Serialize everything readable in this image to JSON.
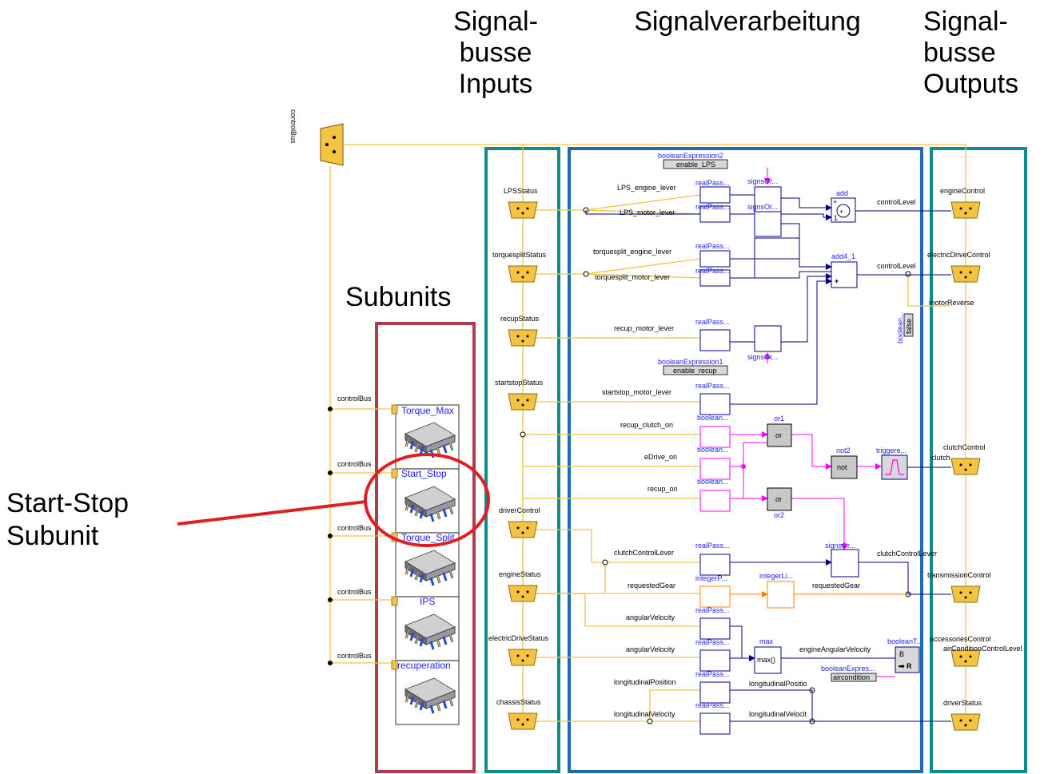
{
  "headers": {
    "inputs": [
      "Signal-",
      "busse",
      "Inputs"
    ],
    "processing": "Signalverarbeitung",
    "outputs": [
      "Signal-",
      "busse",
      "Outputs"
    ]
  },
  "annotations": {
    "subunits": "Subunits",
    "start_stop": [
      "Start-Stop",
      "Subunit"
    ]
  },
  "control_bus": {
    "label": "controlBus",
    "branch_labels": [
      "controlBus",
      "controlBus",
      "controlBus",
      "controlBus",
      "controlBus"
    ]
  },
  "subunits": [
    "Torque_Max",
    "Start_Stop",
    "Torque_Split",
    "IPS",
    "recuperation"
  ],
  "input_buses": [
    "LPSStatus",
    "torquesplitStatus",
    "recupStatus",
    "startstopStatus",
    "driverControl",
    "engineStatus",
    "electricDriveStatus",
    "chassisStatus"
  ],
  "output_buses": [
    "engineControl",
    "electricDriveControl",
    "clutchControl",
    "transmissionControl",
    "accessoriesControl",
    "driverStatus"
  ],
  "output_extras": {
    "motor_reverse": "motorReverse",
    "aircondition_control": "airConditionControlLevel"
  },
  "signals": [
    "LPS_engine_lever",
    "LPS_motor_lever",
    "torquesplit_engine_lever",
    "torquesplit_motor_lever",
    "recup_motor_lever",
    "startstop_motor_lever",
    "recup_clutch_on",
    "eDrive_on",
    "recup_on",
    "clutchControlLever",
    "requestedGear",
    "angularVelocity",
    "angularVelocity",
    "longitudinalPosition",
    "longitudinalVelocity"
  ],
  "blocks": {
    "boolean_expression2": "booleanExpression2",
    "enable_lps": "enable_LPS",
    "boolean_expression1": "booleanExpression1",
    "enable_recup": "enable_recup",
    "real_pass": "realPass...",
    "boolean_pass": "boolean...",
    "integer_pass": "integerP...",
    "signs_or": "signsOr...",
    "add": "add",
    "add4": "add4_1",
    "or1": "or1",
    "or2": "or2",
    "or_label": "or",
    "not2": "not2",
    "not_label": "not",
    "triggered": "triggere...",
    "integer_limit": "integerLi...",
    "max": "max",
    "max_inner": "max()",
    "boolean_to": "booleanT...",
    "boolean_expres": "booleanExpres...",
    "aircondition": "aircondition",
    "boolean_side": "boolean...",
    "false_label": "false"
  },
  "right_signals": {
    "control_level_1": "controlLevel",
    "control_level_2": "controlLevel",
    "clutch": "clutch",
    "clutch_control_lever": "clutchControlLever",
    "requested_gear": "requestedGear",
    "engine_angular_velocity": "engineAngularVelocity",
    "longitudinal_position": "longitudinalPositio",
    "longitudinal_velocity": "longitudinalVelocit"
  },
  "colors": {
    "signal_bus": "#f5c342",
    "real_signal": "#000080",
    "boolean_signal": "#ff00ff",
    "integer_signal": "#ff8000",
    "teal_frame": "#108a8a",
    "blue_frame": "#1e6bb8",
    "red_frame": "#b03a4e",
    "highlight_ring": "#e02020"
  }
}
